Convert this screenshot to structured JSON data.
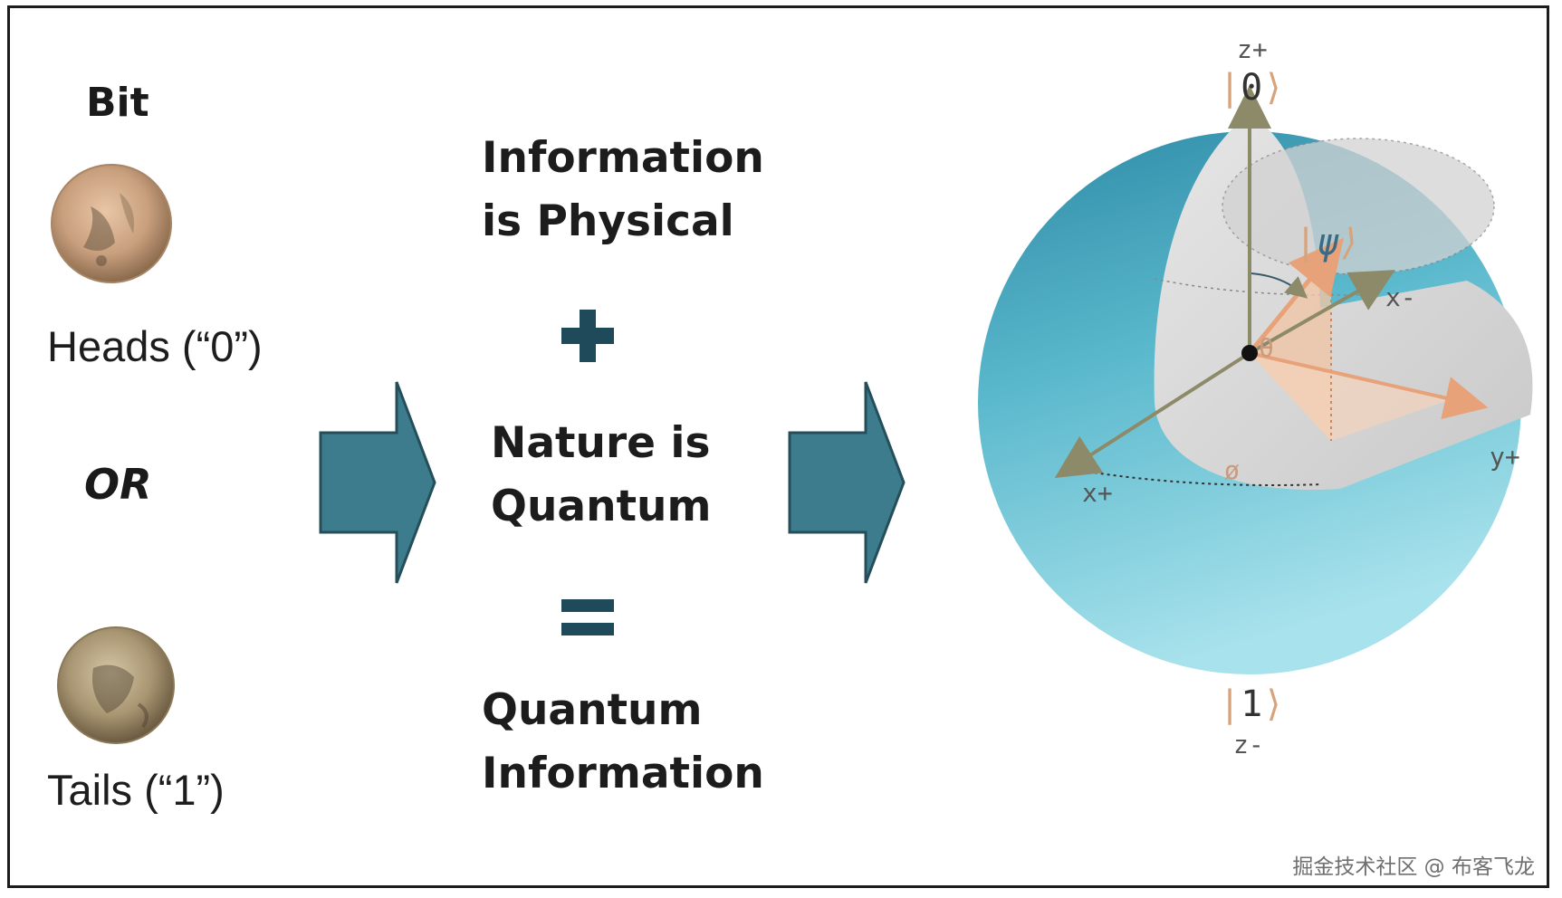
{
  "left": {
    "title": "Bit",
    "heads_label": "Heads (“0”)",
    "or_label": "OR",
    "tails_label": "Tails (“1”)"
  },
  "middle": {
    "line1": "Information",
    "line2": "is Physical",
    "plus": "+",
    "line3": "Nature is",
    "line4": "Quantum",
    "equals": "=",
    "line5": "Quantum",
    "line6": "Information"
  },
  "sphere": {
    "z_plus": "z+",
    "ket0": "0",
    "ket1": "1",
    "z_minus": "z-",
    "x_minus": "x-",
    "x_plus": "x+",
    "y_plus": "y+",
    "psi": "ψ",
    "theta": "θ",
    "phi": "ø"
  },
  "watermark": "掘金技术社区 @ 布客飞龙",
  "colors": {
    "arrow": "#3d7c8d",
    "sphere_outer": "#4fb5cb",
    "sphere_inner": "#d9d9d9",
    "vector": "#e7a27a",
    "axis": "#8c8a68"
  }
}
